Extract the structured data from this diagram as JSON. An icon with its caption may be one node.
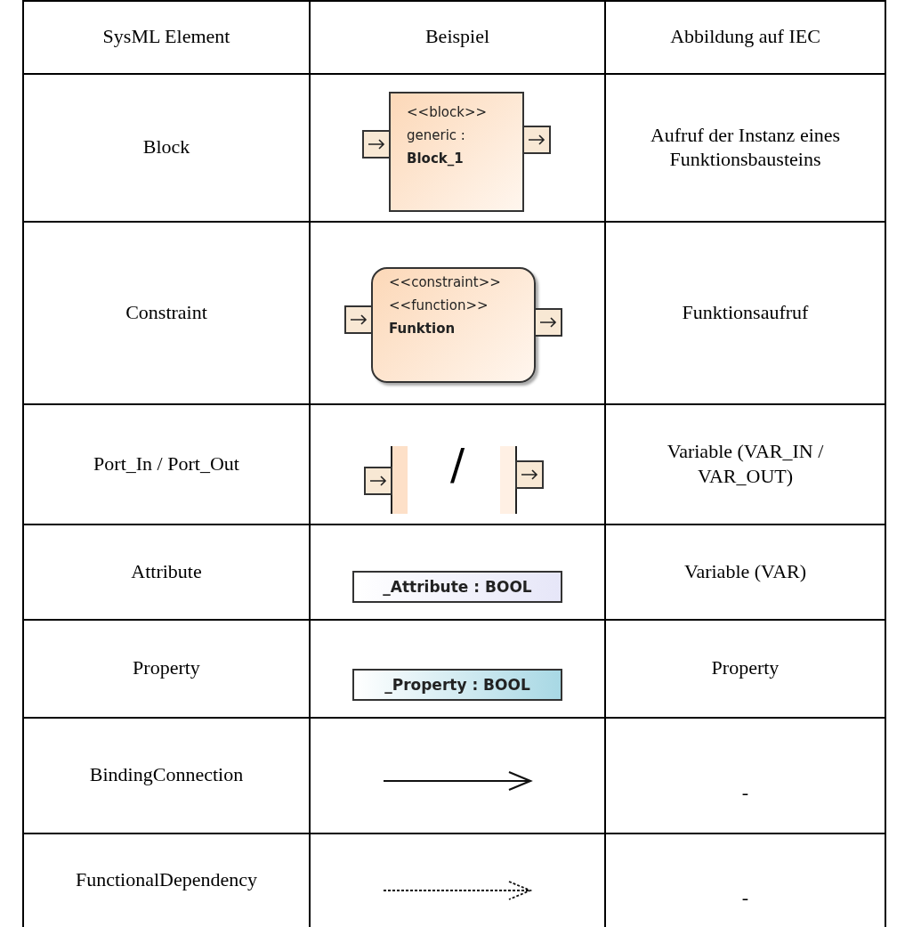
{
  "diagram": {
    "nodes": [
      {
        "text": [
          "<<block>>",
          "generic :",
          "Block_1"
        ]
      },
      {
        "text": [
          "<<constraint>>",
          "<<function>>",
          "Funktion"
        ]
      },
      {
        "text": [
          "_Attribute : BOOL"
        ]
      },
      {
        "text": [
          "_Property : BOOL"
        ]
      }
    ],
    "edges": [],
    "labels": [
      "SysML Element",
      "Beispiel",
      "Abbildung auf IEC",
      "Block",
      "Aufruf der Instanz eines Funktionsbausteins",
      "Constraint",
      "Funktionsaufruf",
      "Port_In / Port_Out",
      "/",
      "Variable (VAR_IN / VAR_OUT)",
      "Attribute",
      "Variable (VAR)",
      "Property",
      "Property",
      "BindingConnection",
      "-",
      "FunctionalDependency",
      "-"
    ]
  }
}
